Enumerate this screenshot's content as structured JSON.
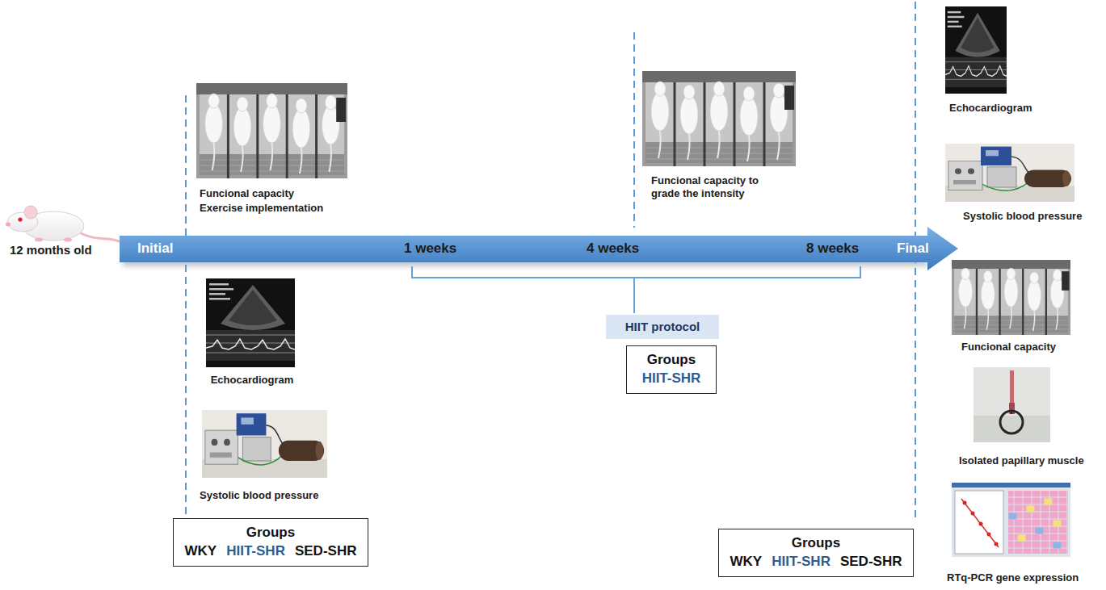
{
  "diagram": {
    "nodes": [
      {
        "text": [
          "Initial",
          "1 weeks",
          "4 weeks",
          "8 weeks",
          "Final"
        ]
      },
      {
        "text": [
          "Groups",
          "WKY",
          "HIIT-SHR",
          "SED-SHR"
        ]
      },
      {
        "text": [
          "HIIT protocol"
        ]
      },
      {
        "text": [
          "Groups",
          "HIIT-SHR"
        ]
      },
      {
        "text": [
          "Groups",
          "WKY",
          "HIIT-SHR",
          "SED-SHR"
        ]
      }
    ],
    "labels": [
      "12 months old",
      "Funcional capacity",
      "Exercise implementation",
      "Echocardiogram",
      "Systolic blood pressure",
      "Funcional capacity to grade the intensity",
      "Echocardiogram",
      "Systolic blood pressure",
      "Funcional capacity",
      "Isolated papillary muscle",
      "RTq-PCR gene expression"
    ]
  }
}
